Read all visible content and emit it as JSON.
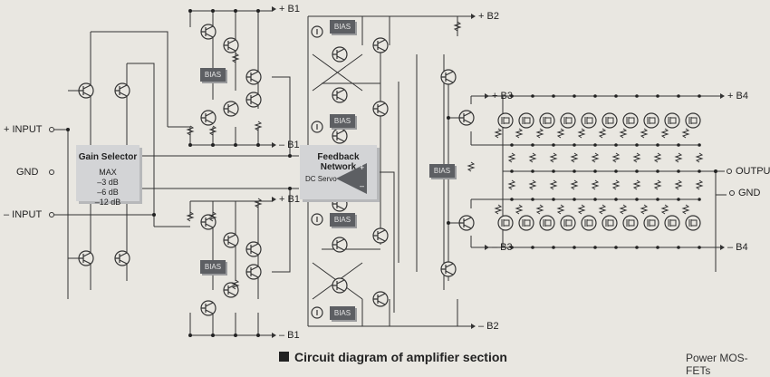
{
  "inputs": {
    "plus_input": "+ INPUT",
    "gnd": "GND",
    "minus_input": "– INPUT"
  },
  "gain_selector": {
    "title": "Gain Selector",
    "options": [
      "MAX",
      "–3 dB",
      "–6 dB",
      "–12 dB"
    ]
  },
  "feedback": {
    "title": "Feedback Network",
    "servo": "DC Servo",
    "plus": "+",
    "minus": "–"
  },
  "bias_label": "BIAS",
  "rails": {
    "pb1": "+ B1",
    "mb1": "– B1",
    "pb2": "+ B2",
    "mb2": "– B2",
    "pb3": "+ B3",
    "mb3": "– B3",
    "pb4": "+ B4",
    "mb4": "– B4"
  },
  "outputs": {
    "output": "OUTPUT",
    "gnd": "GND"
  },
  "caption": "Circuit diagram of amplifier section",
  "footer": "Power MOS-FETs"
}
